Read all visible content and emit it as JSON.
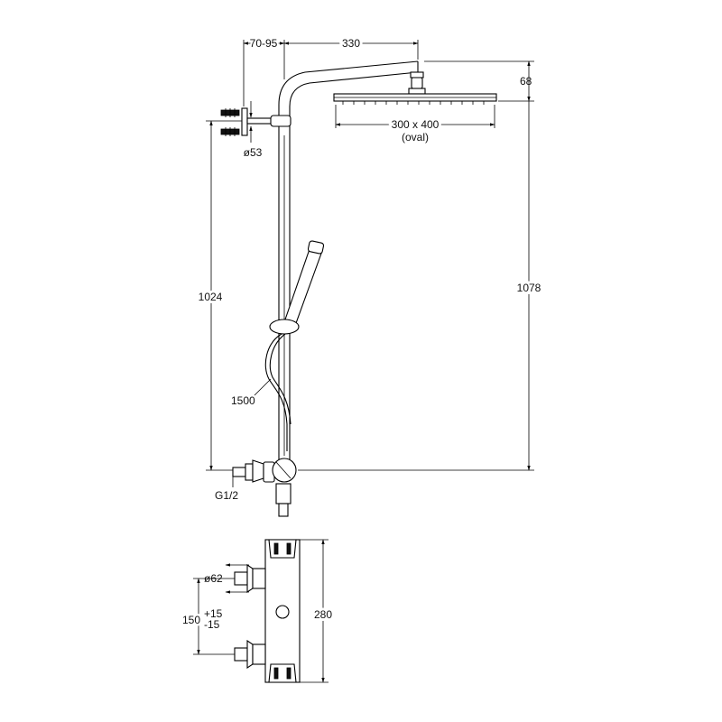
{
  "dimensions": {
    "wall_offset": "70-95",
    "arm_length": "330",
    "head_height": "68",
    "head_size_line1": "300 x 400",
    "head_size_line2": "(oval)",
    "bracket_diameter": "ø53",
    "height_bar": "1024",
    "total_height": "1078",
    "hose_length": "1500",
    "thread": "G1/2",
    "connector_diameter": "ø62",
    "centres_base": "150",
    "centres_tol_plus": "+15",
    "centres_tol_minus": "-15",
    "valve_height": "280"
  }
}
